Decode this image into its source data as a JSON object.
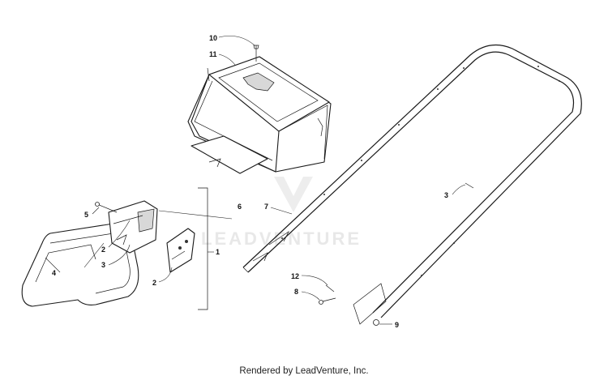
{
  "diagram": {
    "callouts": {
      "c10": "10",
      "c11": "11",
      "c6": "6",
      "c7": "7",
      "c5": "5",
      "c2a": "2",
      "c3a": "3",
      "c4": "4",
      "c2b": "2",
      "c1": "1",
      "c3b": "3",
      "c12": "12",
      "c8": "8",
      "c9": "9"
    },
    "watermark": "LEADVENTURE"
  },
  "footer": {
    "text": "Rendered by LeadVenture, Inc."
  }
}
